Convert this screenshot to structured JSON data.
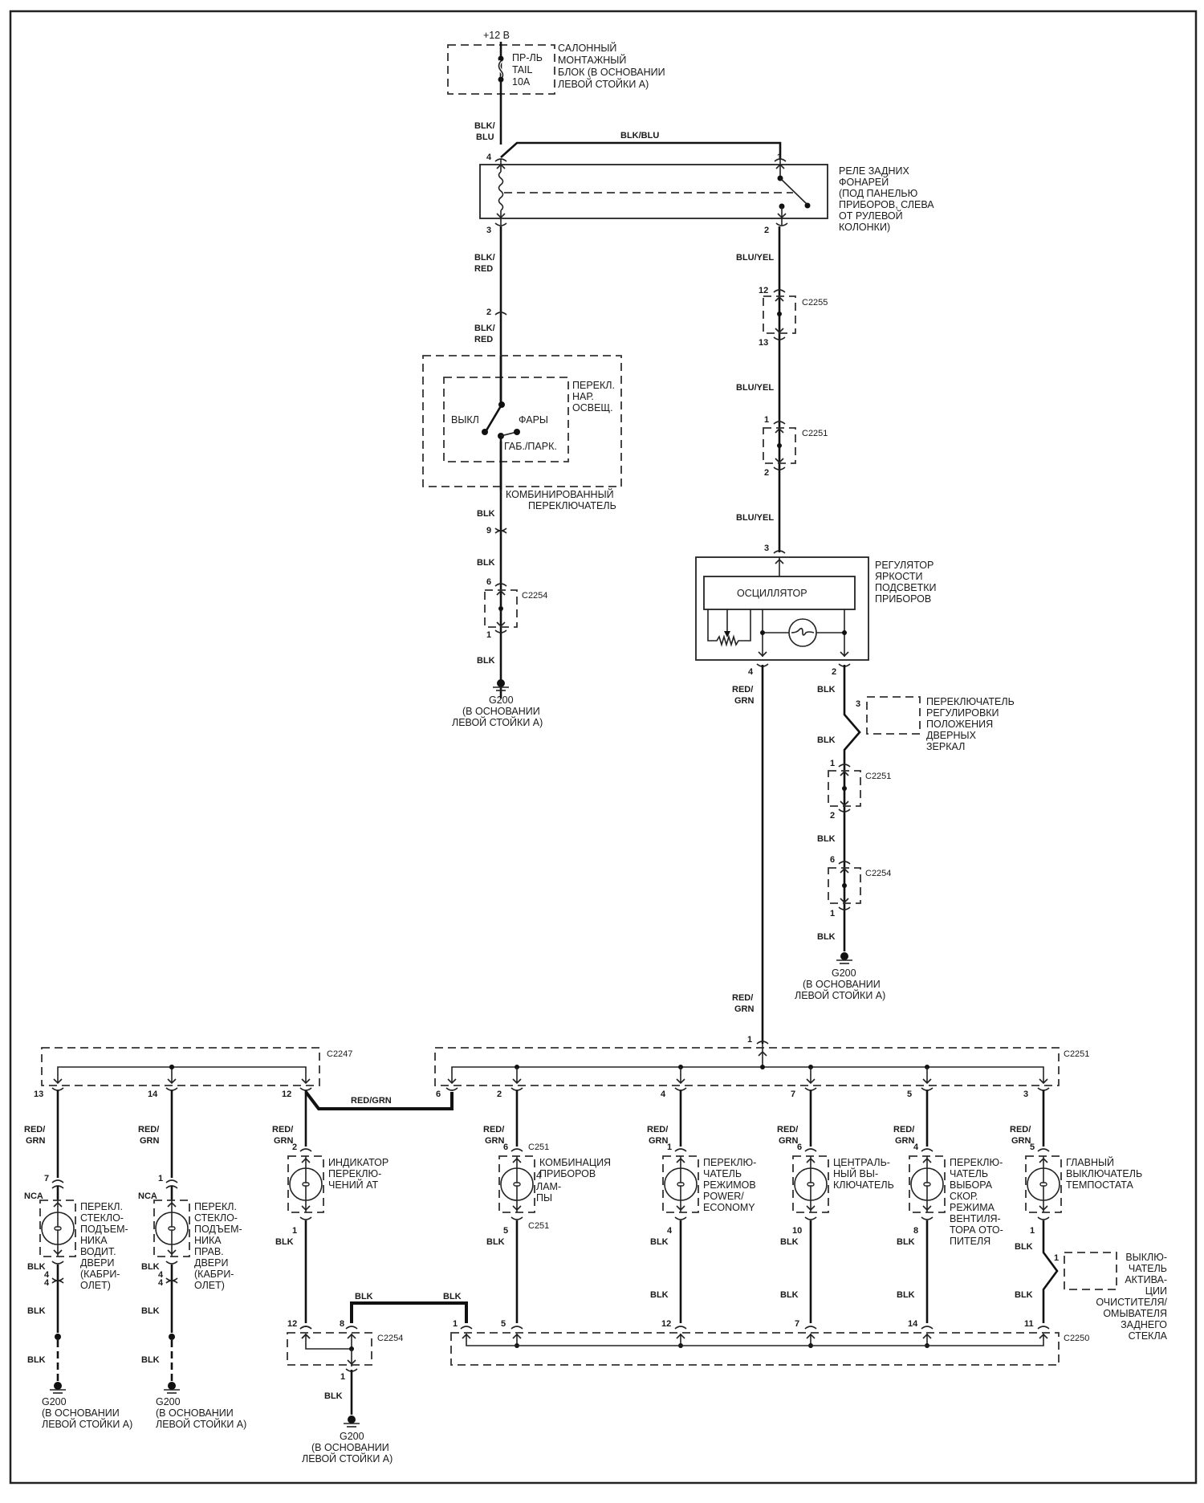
{
  "power": {
    "supply": "+12 В"
  },
  "fuse_block": {
    "fuse_lines": [
      "ПР-ЛЬ",
      "TAIL",
      "10A"
    ],
    "desc_lines": [
      "САЛОННЫЙ",
      "МОНТАЖНЫЙ",
      "БЛОК (В ОСНОВАНИИ",
      "ЛЕВОЙ СТОЙКИ  А)"
    ]
  },
  "relay": {
    "desc_lines": [
      "РЕЛЕ ЗАДНИХ",
      "ФОНАРЕЙ",
      "(ПОД ПАНЕЛЬЮ",
      "ПРИБОРОВ, СЛЕВА",
      "ОТ РУЛЕВОЙ",
      "КОЛОНКИ)"
    ],
    "pins": {
      "p4": "4",
      "p1": "1",
      "p3": "3",
      "p2": "2"
    }
  },
  "wires": {
    "blk_blu_a": "BLK/",
    "blk_blu_b": "BLU",
    "blk_blu_top": "BLK/BLU",
    "blk_red_a": "BLK/",
    "blk_red_b": "RED",
    "blu_yel": "BLU/YEL",
    "red_a": "RED/",
    "grn_b": "GRN",
    "blk": "BLK",
    "nca": "NCA",
    "red_grn": "RED/GRN"
  },
  "combo_switch": {
    "pin_top": "2",
    "pin_bottom": "9",
    "light_switch_lines": [
      "ПЕРЕКЛ.",
      "НАР.",
      "ОСВЕЩ."
    ],
    "off": "ВЫКЛ",
    "headlights": "ФАРЫ",
    "park": "ГАБ./ПАРК.",
    "desc_lines": [
      "КОМБИНИРОВАННЫЙ",
      "ПЕРЕКЛЮЧАТЕЛЬ"
    ]
  },
  "connectors": {
    "c2254": "C2254",
    "c2255": "C2255",
    "c2251": "C2251",
    "c2247": "C2247",
    "c2250": "C2250",
    "c251": "C251"
  },
  "ground": {
    "name": "G200",
    "desc_lines": [
      "(В ОСНОВАНИИ",
      "ЛЕВОЙ СТОЙКИ  А)"
    ]
  },
  "dimmer": {
    "oscillator": "ОСЦИЛЛЯТОР",
    "desc_lines": [
      "РЕГУЛЯТОР",
      "ЯРКОСТИ",
      "ПОДСВЕТКИ",
      "ПРИБОРОВ"
    ],
    "pin_in": "3",
    "pin_out_left": "4",
    "pin_out_right": "2"
  },
  "mirror_switch": {
    "pin": "3",
    "desc_lines": [
      "ПЕРЕКЛЮЧАТЕЛЬ",
      "РЕГУЛИРОВКИ",
      "ПОЛОЖЕНИЯ",
      "ДВЕРНЫХ",
      "ЗЕРКАЛ"
    ]
  },
  "pins_misc": {
    "c2255_top": "12",
    "c2255_bot": "13",
    "c2251_top": "1",
    "c2251_bot": "2",
    "c2254_top": "6",
    "c2254_bot": "1",
    "c2251_bus": "1"
  },
  "loads": [
    {
      "id": "driver-window-switch",
      "bus_pin": "13",
      "in_pin": "7",
      "out_pin": "4",
      "desc_lines": [
        "ПЕРЕКЛ.",
        "СТЕКЛО-",
        "ПОДЪЕМ-",
        "НИКА",
        "ВОДИТ.",
        "ДВЕРИ",
        "(КАБРИ-",
        "ОЛЕТ)"
      ]
    },
    {
      "id": "passenger-window-switch",
      "bus_pin": "14",
      "in_pin": "1",
      "out_pin": "4",
      "desc_lines": [
        "ПЕРЕКЛ.",
        "СТЕКЛО-",
        "ПОДЪЕМ-",
        "НИКА",
        "ПРАВ.",
        "ДВЕРИ",
        "(КАБРИ-",
        "ОЛЕТ)"
      ]
    },
    {
      "id": "at-indicator",
      "bus_pin": "12",
      "in_pin": "2",
      "out_pin": "1",
      "gnd_pin": "12",
      "desc_lines": [
        "ИНДИКАТОР",
        "ПЕРЕКЛЮ-",
        "ЧЕНИЙ АТ"
      ]
    },
    {
      "id": "instrument-cluster",
      "bus_pin": "2",
      "in_pin": "6",
      "out_pin": "5",
      "gnd_pin": "5",
      "lamps_lines": [
        "4",
        "ЛАМ-",
        "ПЫ"
      ],
      "desc_lines": [
        "КОМБИНАЦИЯ",
        "ПРИБОРОВ"
      ]
    },
    {
      "id": "power-economy-switch",
      "bus_pin": "4",
      "in_pin": "1",
      "out_pin": "4",
      "gnd_pin": "12",
      "desc_lines": [
        "ПЕРЕКЛЮ-",
        "ЧАТЕЛЬ",
        "РЕЖИМОВ",
        "POWER/",
        "ECONOMY"
      ]
    },
    {
      "id": "central-switch",
      "bus_pin": "7",
      "in_pin": "6",
      "out_pin": "10",
      "gnd_pin": "7",
      "desc_lines": [
        "ЦЕНТРАЛЬ-",
        "НЫЙ ВЫ-",
        "КЛЮЧАТЕЛЬ"
      ]
    },
    {
      "id": "fan-speed-switch",
      "bus_pin": "5",
      "in_pin": "4",
      "out_pin": "8",
      "gnd_pin": "14",
      "desc_lines": [
        "ПЕРЕКЛЮ-",
        "ЧАТЕЛЬ",
        "ВЫБОРА",
        "СКОР.",
        "РЕЖИМА",
        "ВЕНТИЛЯ-",
        "ТОРА ОТО-",
        "ПИТЕЛЯ"
      ]
    },
    {
      "id": "thermostat-switch",
      "bus_pin": "3",
      "in_pin": "5",
      "out_pin": "1",
      "gnd_pin": "11",
      "desc_lines": [
        "ГЛАВНЫЙ",
        "ВЫКЛЮЧАТЕЛЬ",
        "ТЕМПОСТАТА"
      ]
    }
  ],
  "bus_c2247_pin6": "6",
  "c2254_bottom": {
    "pin_left": "12",
    "pin_mid": "8",
    "pin_out": "1"
  },
  "c2250_pin1": "1",
  "rear_wiper_switch": {
    "pin": "1",
    "desc_lines": [
      "ВЫКЛЮ-",
      "ЧАТЕЛЬ",
      "АКТИВА-",
      "ЦИИ",
      "ОЧИСТИТЕЛЯ/",
      "ОМЫВАТЕЛЯ",
      "ЗАДНЕГО",
      "СТЕКЛА"
    ]
  }
}
